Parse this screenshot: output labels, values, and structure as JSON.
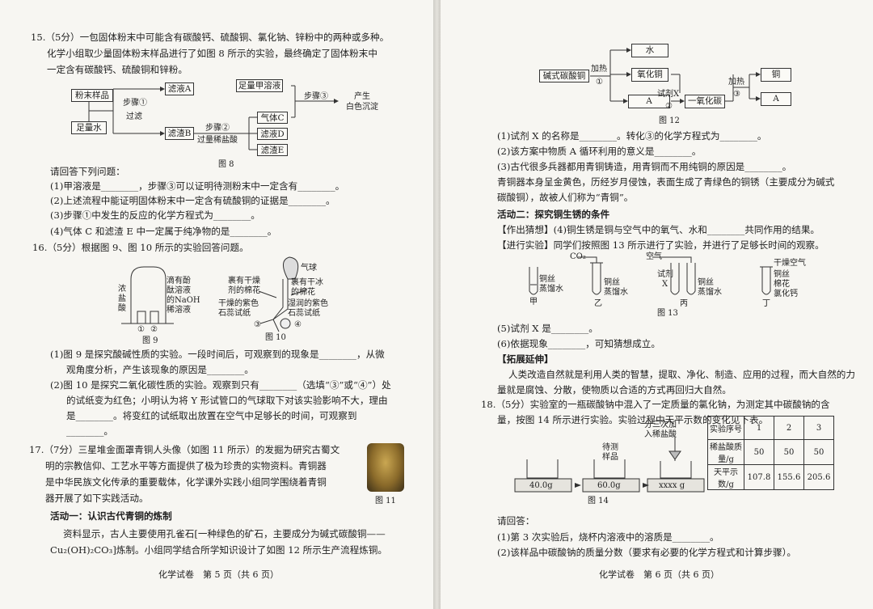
{
  "page5": {
    "q15": {
      "l1": "15.（5分）一包固体粉末中可能含有碳酸钙、硫酸铜、氯化钠、锌粉中的两种或多种。",
      "l2": "化学小组取少量固体粉末样品进行了如图 8 所示的实验，最终确定了固体粉末中",
      "l3": "一定含有碳酸钙、硫酸铜和锌粉。",
      "fig": {
        "powder": "粉末样品",
        "water": "足量水",
        "step1": "步骤①",
        "filter": "过滤",
        "filtA": "滤液A",
        "filtB": "滤渣B",
        "sol": "足量甲溶液",
        "step3": "步骤③",
        "prod1": "产生",
        "prod2": "白色沉淀",
        "step2": "步骤②",
        "acid": "过量稀盐酸",
        "gasC": "气体C",
        "filtD": "滤液D",
        "filtE": "滤渣E",
        "caption": "图 8"
      },
      "ask": "请回答下列问题：",
      "a1": "(1)甲溶液是________，步骤③可以证明待测粉末中一定含有________。",
      "a2": "(2)上述流程中能证明固体粉末中一定含有硫酸铜的证据是________。",
      "a3": "(3)步骤①中发生的反应的化学方程式为________。",
      "a4": "(4)气体 C 和滤渣 E 中一定属于纯净物的是________。"
    },
    "q16": {
      "l1": "16.（5分）根据图 9、图 10 所示的实验回答问题。",
      "fig9": {
        "acid1": "浓",
        "acid2": "盐",
        "acid3": "酸",
        "d1": "滴有酚",
        "d2": "酞溶液",
        "d3": "的NaOH",
        "d4": "稀溶液",
        "n1": "①",
        "n2": "②",
        "caption": "图 9"
      },
      "fig10": {
        "c1": "裹有干燥",
        "c2": "剂的棉花",
        "b1": "气球",
        "w1": "裹有干冰",
        "w2": "的棉花",
        "dry1": "干燥的紫色",
        "dry2": "石蕊试纸",
        "wet1": "湿润的紫色",
        "wet2": "石蕊试纸",
        "n3": "③",
        "n4": "④",
        "caption": "图 10"
      },
      "a1": "(1)图 9 是探究酸碱性质的实验。一段时间后，可观察到的现象是________，从微",
      "a1b": "观角度分析，产生该现象的原因是________。",
      "a2": "(2)图 10 是探究二氧化碳性质的实验。观察到只有________（选填“③”或“④”）处",
      "a2b": "的试纸变为红色；小明认为将 Y 形试管口的气球取下对该实验影响不大，理由",
      "a2c": "是________。将变红的试纸取出放置在空气中足够长的时间，可观察到",
      "a2d": "________。"
    },
    "q17": {
      "l1": "17.（7分）三星堆金面罩青铜人头像（如图 11 所示）的发掘为研究古蜀文",
      "l2": "明的宗教信仰、工艺水平等方面提供了极为珍贵的实物资料。青铜器",
      "l3": "是中华民族文化传承的重要载体，化学课外实践小组同学围绕着青铜",
      "l4": "器开展了如下实践活动。",
      "caption": "图 11",
      "act1": "活动一：认识古代青铜的炼制",
      "p1": "资料显示，古人主要使用孔雀石[一种绿色的矿石，主要成分为碱式碳酸铜——",
      "p2": "Cu₂(OH)₂CO₃]炼制。小组同学结合所学知识设计了如图 12 所示生产流程炼铜。"
    },
    "footer": "化学试卷　第 5 页（共 6 页）"
  },
  "page6": {
    "fig12": {
      "start": "碱式碳酸铜",
      "heat": "加热",
      "n1": "①",
      "water": "水",
      "cuo": "氧化铜",
      "a": "A",
      "reagent": "试剂X",
      "n2": "②",
      "co": "一氧化碳",
      "heat2": "加热",
      "n3": "③",
      "cu": "铜",
      "a2": "A",
      "caption": "图 12"
    },
    "q": [
      "(1)试剂 X 的名称是________。转化③的化学方程式为________。",
      "(2)该方案中物质 A 循环利用的意义是________。",
      "(3)古代很多兵器都用青铜铸造，用青铜而不用纯铜的原因是________。",
      "青铜器本身呈金黄色，历经岁月侵蚀，表面生成了青绿色的铜锈（主要成分为碱式",
      "碳酸铜），故被人们称为“青铜”。"
    ],
    "act2": "活动二：探究铜生锈的条件",
    "guess": "【作出猜想】(4)铜生锈是铜与空气中的氧气、水和________共同作用的结果。",
    "exp": "【进行实验】同学们按照图 13 所示进行了实验，并进行了足够长时间的观察。",
    "fig13": {
      "co2": "CO₂",
      "air": "空气",
      "dryair": "干燥空气",
      "cu1": "铜丝",
      "dw1": "蒸馏水",
      "cu2": "铜丝",
      "dw2": "蒸馏水",
      "rx1": "试剂",
      "rx2": "X",
      "cu3": "铜丝",
      "dw3": "蒸馏水",
      "cu4": "铜丝",
      "cot": "棉花",
      "cacl": "氯化钙",
      "jia": "甲",
      "yi": "乙",
      "bing": "丙",
      "ding": "丁",
      "caption": "图 13"
    },
    "q5": "(5)试剂 X 是________。",
    "q6": "(6)依据现象________，可知猜想成立。",
    "ext": "【拓展延伸】",
    "ext1": "人类改造自然就是利用人类的智慧，提取、净化、制造、应用的过程，而大自然的力",
    "ext2": "量就是腐蚀、分散，使物质以合适的方式再回归大自然。",
    "q18": {
      "l1": "18.（5分）实验室的一瓶碳酸钠中混入了一定质量的氯化钠，为测定其中碳酸钠的含",
      "l2": "量，按图 14 所示进行实验。实验过程中天平示数的变化见下表。",
      "fig": {
        "add1": "分三次加",
        "add2": "入稀盐酸",
        "samp1": "待测",
        "samp2": "样品",
        "bal1": "40.0g",
        "bal2": "60.0g",
        "bal3": "xxxx g",
        "caption": "图 14"
      },
      "table": {
        "h0": "实验序号",
        "h1": "1",
        "h2": "2",
        "h3": "3",
        "r1": "稀盐酸质量/g",
        "r1v": [
          "50",
          "50",
          "50"
        ],
        "r2": "天平示数/g",
        "r2v": [
          "107.8",
          "155.6",
          "205.6"
        ]
      },
      "ask": "请回答：",
      "a1": "(1)第 3 次实验后，烧杯内溶液中的溶质是________。",
      "a2": "(2)该样品中碳酸钠的质量分数（要求有必要的化学方程式和计算步骤）。"
    },
    "footer": "化学试卷　第 6 页（共 6 页）"
  }
}
